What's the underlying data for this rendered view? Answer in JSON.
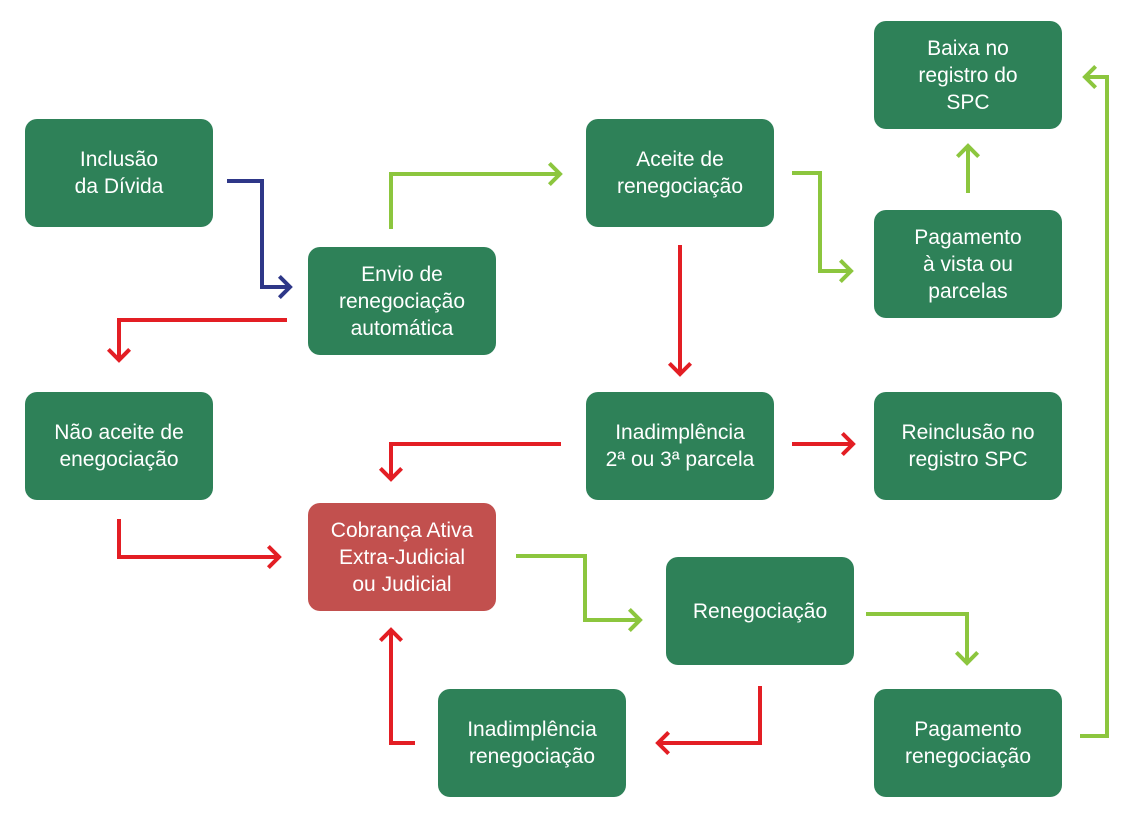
{
  "colors": {
    "node_fill": "#2e8158",
    "node_fill_alert": "#c2504e",
    "arrow_green": "#8cc63e",
    "arrow_red": "#e31e24",
    "arrow_blue": "#2e3788"
  },
  "nodes": {
    "inclusao": "Inclusão\nda Dívida",
    "envio": "Envio de\nrenegociação\nautomática",
    "aceite": "Aceite de\nrenegociação",
    "pagamento_vista": "Pagamento\nà vista ou\nparcelas",
    "baixa": "Baixa no\nregistro do\nSPC",
    "nao_aceite": "Não aceite de\nenegociação",
    "inadimplencia_parcela": "Inadimplência\n2ª ou 3ª parcela",
    "reinclusao": "Reinclusão no\nregistro SPC",
    "cobranca": "Cobrança Ativa\nExtra-Judicial\nou Judicial",
    "renegociacao": "Renegociação",
    "inadimplencia_reneg": "Inadimplência\nrenegociação",
    "pagamento_reneg": "Pagamento\nrenegociação"
  },
  "edges": [
    {
      "from": "inclusao",
      "to": "envio",
      "color": "blue"
    },
    {
      "from": "envio",
      "to": "aceite",
      "color": "green"
    },
    {
      "from": "envio",
      "to": "nao_aceite",
      "color": "red"
    },
    {
      "from": "aceite",
      "to": "pagamento_vista",
      "color": "green"
    },
    {
      "from": "aceite",
      "to": "inadimplencia_parcela",
      "color": "red"
    },
    {
      "from": "pagamento_vista",
      "to": "baixa",
      "color": "green"
    },
    {
      "from": "inadimplencia_parcela",
      "to": "reinclusao",
      "color": "red"
    },
    {
      "from": "inadimplencia_parcela",
      "to": "cobranca",
      "color": "red"
    },
    {
      "from": "nao_aceite",
      "to": "cobranca",
      "color": "red"
    },
    {
      "from": "cobranca",
      "to": "renegociacao",
      "color": "green"
    },
    {
      "from": "renegociacao",
      "to": "pagamento_reneg",
      "color": "green"
    },
    {
      "from": "renegociacao",
      "to": "inadimplencia_reneg",
      "color": "red"
    },
    {
      "from": "inadimplencia_reneg",
      "to": "cobranca",
      "color": "red"
    },
    {
      "from": "pagamento_reneg",
      "to": "baixa",
      "color": "green"
    }
  ]
}
